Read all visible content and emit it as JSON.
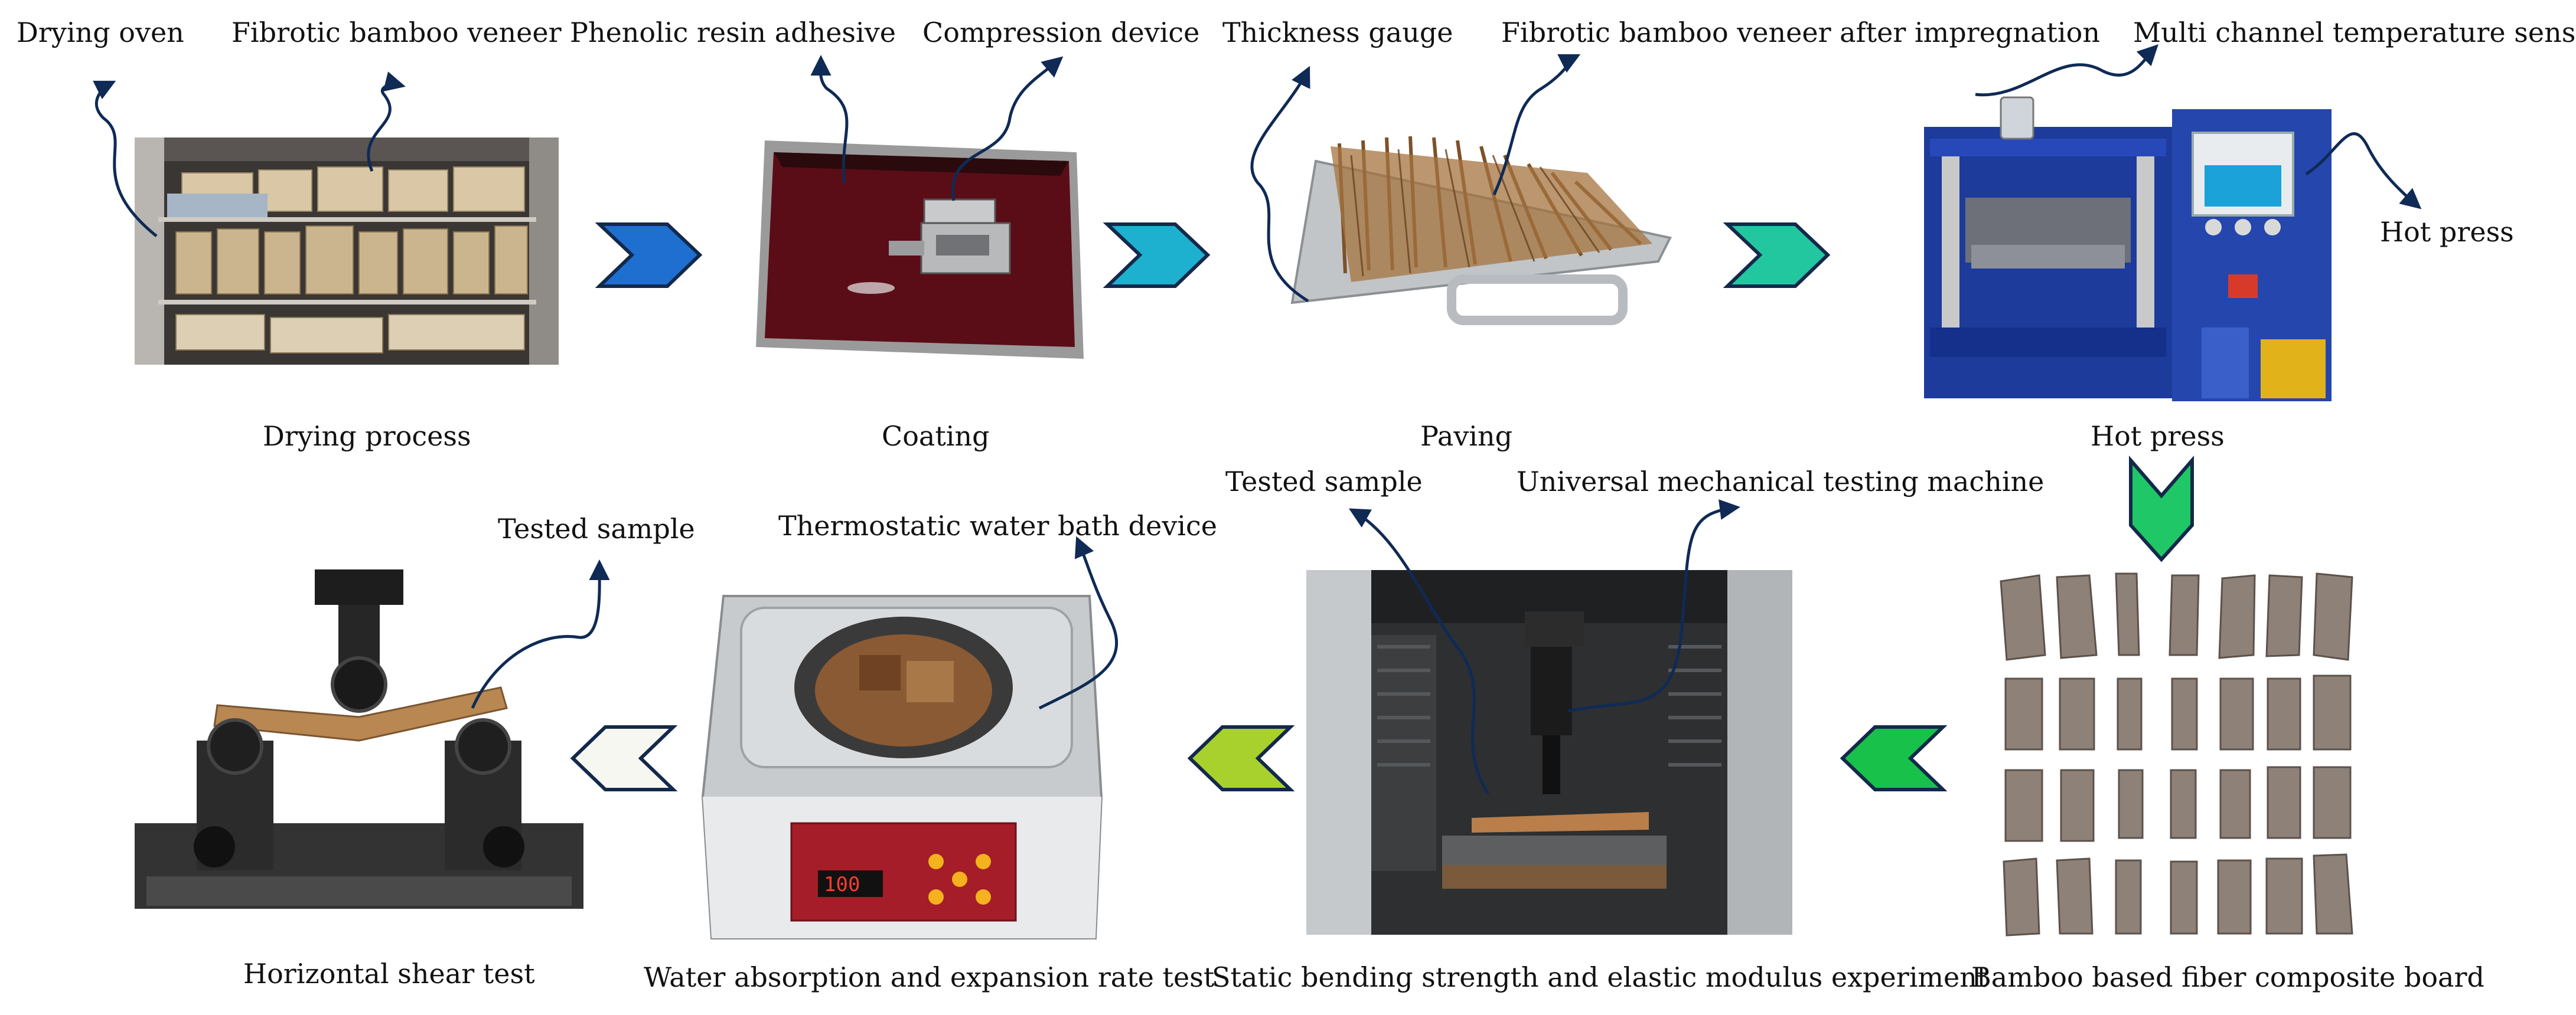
{
  "callouts": {
    "drying_oven": "Drying oven",
    "fibrotic_veneer": "Fibrotic bamboo veneer",
    "phenolic_resin": "Phenolic resin adhesive",
    "compression_device": "Compression device",
    "thickness_gauge": "Thickness gauge",
    "veneer_after_impregnation": "Fibrotic bamboo veneer after impregnation",
    "multi_channel_sensor": "Multi channel temperature sensor",
    "hot_press": "Hot press",
    "tested_sample_bending": "Tested sample",
    "universal_testing_machine": "Universal mechanical testing machine",
    "tested_sample_shear": "Tested sample",
    "water_bath_device": "Thermostatic water bath device"
  },
  "steps": {
    "drying": "Drying process",
    "coating": "Coating",
    "paving": "Paving",
    "hot_press": "Hot press",
    "composite_board": "Bamboo based fiber composite board",
    "static_bending": "Static bending strength and elastic modulus experiment",
    "water_absorption": "Water absorption and expansion rate test",
    "horizontal_shear": "Horizontal shear test"
  },
  "display": {
    "water_bath_reading": "100"
  },
  "colors": {
    "arrow_1": "#1f6fd1",
    "arrow_2": "#1eb0cf",
    "arrow_3": "#22c7a0",
    "arrow_4": "#1fc766",
    "arrow_5": "#18c24a",
    "arrow_6": "#a9d12e",
    "arrow_7": "#f7f7f2",
    "callout_line": "#0f2a55",
    "arrow_outline": "#13294b"
  }
}
